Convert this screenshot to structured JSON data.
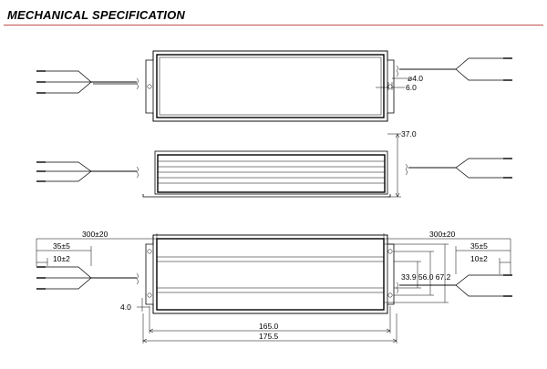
{
  "header": {
    "title": "MECHANICAL SPECIFICATION",
    "accent_color": "#c0504d"
  },
  "dimensions": {
    "hole_diameter": "ø4.0",
    "slot_width": "6.0",
    "height": "37.0",
    "left_wire_length": "300±20",
    "right_wire_length": "300±20",
    "left_strip_length": "35±5",
    "right_strip_length": "35±5",
    "left_tin_length": "10±2",
    "right_tin_length": "10±2",
    "mount_hole_offset": "4.0",
    "width_values": "33.9 56.0 67.2",
    "mount_spacing": "165.0",
    "overall_length": "175.5"
  }
}
